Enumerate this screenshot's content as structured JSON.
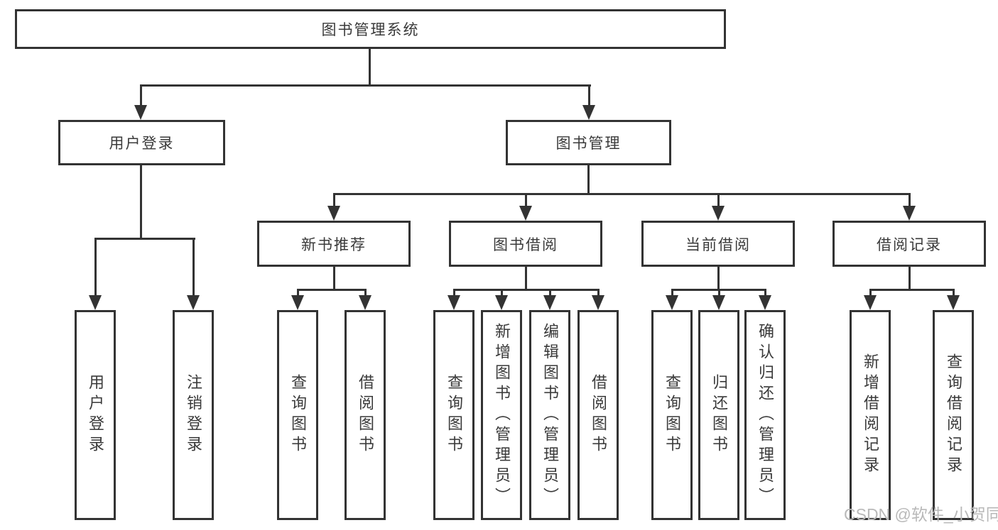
{
  "diagram": {
    "title": "图书管理系统",
    "level2": {
      "user_login": "用户登录",
      "book_mgmt": "图书管理"
    },
    "level3": {
      "new_books": "新书推荐",
      "borrowing": "图书借阅",
      "current": "当前借阅",
      "records": "借阅记录"
    },
    "leaves": {
      "user_login": "用户登录",
      "logout": "注销登录",
      "nb_query": "查询图书",
      "nb_borrow": "借阅图书",
      "bb_query": "查询图书",
      "bb_add": "新增图书（管理员）",
      "bb_edit": "编辑图书（管理员）",
      "bb_borrow": "借阅图书",
      "cb_query": "查询图书",
      "cb_return": "归还图书",
      "cb_confirm": "确认归还（管理员）",
      "rec_add": "新增借阅记录",
      "rec_query": "查询借阅记录"
    }
  },
  "watermark": "CSDN @软件_小贺同学",
  "colors": {
    "line": "#333333",
    "text": "#3a3a3a",
    "box_bg": "#ffffff",
    "watermark": "#b9b9b9"
  }
}
